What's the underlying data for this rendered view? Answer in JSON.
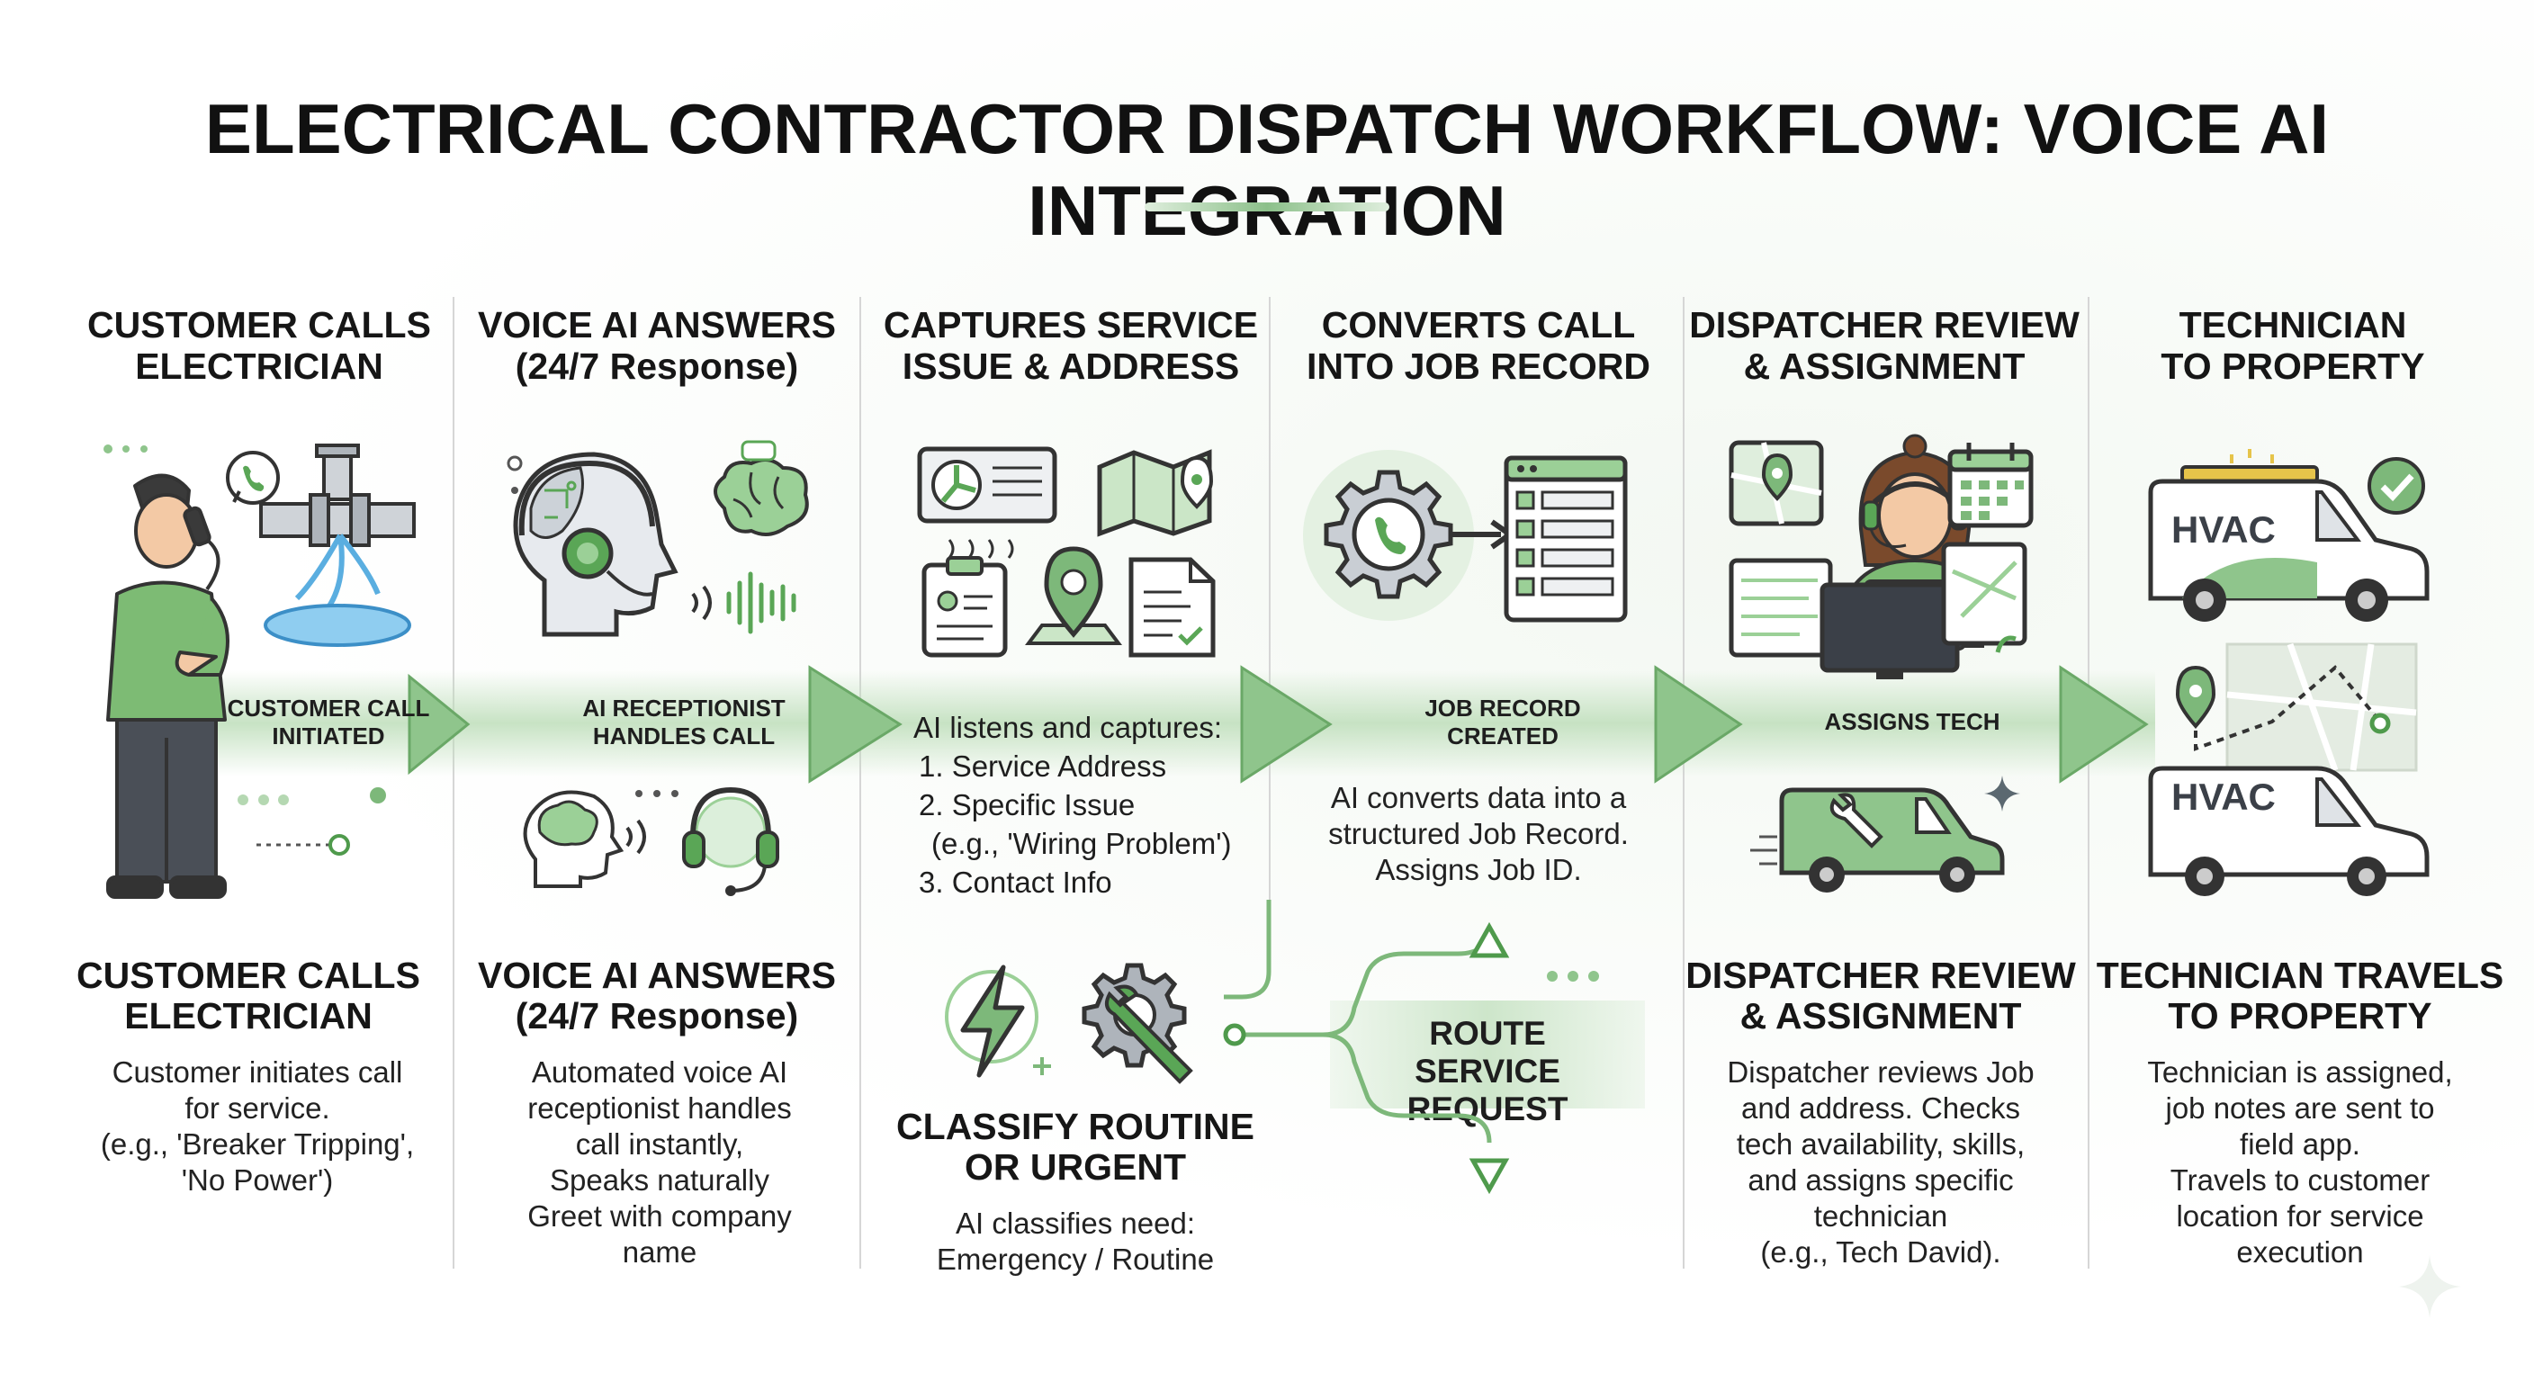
{
  "title": "ELECTRICAL CONTRACTOR DISPATCH WORKFLOW: VOICE AI INTEGRATION",
  "colors": {
    "accent": "#7db87a",
    "accent_dark": "#4f9a4c",
    "text": "#1c1c1c",
    "divider": "#d6d6d6"
  },
  "steps": [
    {
      "header": [
        "CUSTOMER CALLS",
        "ELECTRICIAN"
      ],
      "arrow": [
        "CUSTOMER CALL",
        "INITIATED"
      ],
      "sub": [
        "CUSTOMER CALLS",
        "ELECTRICIAN"
      ],
      "desc": [
        "Customer initiates call",
        "for service.",
        "(e.g., 'Breaker Tripping',",
        "'No Power')"
      ],
      "icons": [
        "person-phone-icon",
        "phone-bubble-icon",
        "burst-pipe-icon"
      ]
    },
    {
      "header": [
        "VOICE AI ANSWERS",
        "(24/7 Response)"
      ],
      "arrow": [
        "AI RECEPTIONIST",
        "HANDLES CALL"
      ],
      "sub": [
        "VOICE AI ANSWERS",
        "(24/7 Response)"
      ],
      "desc": [
        "Automated voice AI",
        "receptionist handles",
        "call instantly,",
        "Speaks naturally",
        "Greet with company",
        "name"
      ],
      "icons": [
        "ai-head-headset-icon",
        "brain-icon",
        "sound-wave-icon",
        "headset-icon"
      ]
    },
    {
      "header": [
        "CAPTURES SERVICE",
        "ISSUE & ADDRESS"
      ],
      "listen": [
        "AI listens and captures:",
        "1. Service Address",
        "2. Specific Issue",
        "(e.g., 'Wiring Problem')",
        "3. Contact Info"
      ],
      "sub": [
        "CLASSIFY ROUTINE",
        "OR URGENT"
      ],
      "desc": [
        "AI classifies need:",
        "Emergency / Routine"
      ],
      "icons": [
        "hvac-unit-icon",
        "map-icon",
        "clipboard-icon",
        "location-pin-icon",
        "checklist-icon",
        "lightning-icon",
        "wrench-gear-icon"
      ]
    },
    {
      "header": [
        "CONVERTS CALL",
        "INTO JOB RECORD"
      ],
      "arrow": [
        "JOB RECORD",
        "CREATED"
      ],
      "desc": [
        "AI converts data into a",
        "structured Job Record.",
        "Assigns Job ID."
      ],
      "route": [
        "ROUTE",
        "SERVICE REQUEST"
      ],
      "icons": [
        "phone-gear-icon",
        "job-record-form-icon"
      ]
    },
    {
      "header": [
        "DISPATCHER REVIEW",
        "& ASSIGNMENT"
      ],
      "arrow": [
        "ASSIGNS TECH"
      ],
      "sub": [
        "DISPATCHER REVIEW",
        "& ASSIGNMENT"
      ],
      "desc": [
        "Dispatcher reviews Job",
        "and address. Checks",
        "tech availability, skills,",
        "and assigns specific",
        "technician",
        "(e.g., Tech David)."
      ],
      "icons": [
        "dispatcher-icon",
        "calendar-icon",
        "monitor-icon",
        "van-wrench-icon"
      ]
    },
    {
      "header": [
        "TECHNICIAN",
        "TO PROPERTY"
      ],
      "sub": [
        "TECHNICIAN TRAVELS",
        "TO PROPERTY"
      ],
      "desc": [
        "Technician is assigned,",
        "job notes are sent to",
        "field app.",
        "Travels to customer",
        "location for service",
        "execution"
      ],
      "van_label": "HVAC",
      "icons": [
        "van-icon",
        "check-icon",
        "route-map-icon",
        "van-icon"
      ]
    }
  ]
}
